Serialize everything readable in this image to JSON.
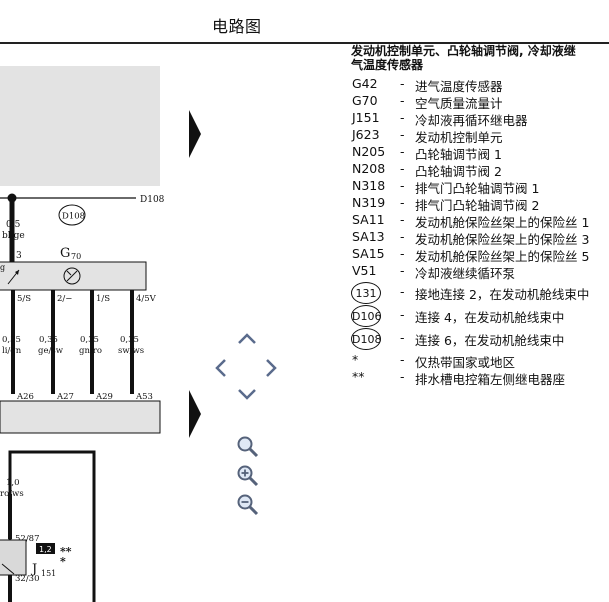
{
  "title": "电路图",
  "diagram": {
    "d108_top": "D108",
    "wire_size_top": "0,5",
    "wire_color_top": "bl/ge",
    "d108_circle": "D108",
    "pin3": "3",
    "g70_letter": "G",
    "g70_sub": "70",
    "pins": [
      "5/S",
      "2/−",
      "1/S",
      "4/5V"
    ],
    "wires": [
      {
        "size": "0,35",
        "color": "li/gn"
      },
      {
        "size": "0,35",
        "color": "ge/sw"
      },
      {
        "size": "0,35",
        "color": "gn/ro"
      },
      {
        "size": "0,35",
        "color": "sw/ws"
      }
    ],
    "connectors": [
      "A26",
      "A27",
      "A29",
      "A53"
    ],
    "lower_size": "1,0",
    "lower_color": "ro/ws",
    "j151_pin_top": "52/87",
    "j151_fuse": "1,2",
    "j151_stars": "**",
    "j151_star": "*",
    "j151_letter": "J",
    "j151_sub": "151",
    "j151_pin_bottom": "32/30"
  },
  "legend": {
    "heading_line1": "发动机控制单元、凸轮轴调节阀, 冷却液继",
    "heading_line2": "气温度传感器",
    "items": [
      {
        "code": "G42",
        "dash": "-",
        "desc": "进气温度传感器"
      },
      {
        "code": "G70",
        "dash": "-",
        "desc": "空气质量流量计"
      },
      {
        "code": "J151",
        "dash": "-",
        "desc": "冷却液再循环继电器"
      },
      {
        "code": "J623",
        "dash": "-",
        "desc": "发动机控制单元"
      },
      {
        "code": "N205",
        "dash": "-",
        "desc": "凸轮轴调节阀 1"
      },
      {
        "code": "N208",
        "dash": "-",
        "desc": "凸轮轴调节阀 2"
      },
      {
        "code": "N318",
        "dash": "-",
        "desc": "排气门凸轮轴调节阀 1"
      },
      {
        "code": "N319",
        "dash": "-",
        "desc": "排气门凸轮轴调节阀 2"
      },
      {
        "code": "SA11",
        "dash": "-",
        "desc": "发动机舱保险丝架上的保险丝 1"
      },
      {
        "code": "SA13",
        "dash": "-",
        "desc": "发动机舱保险丝架上的保险丝 3"
      },
      {
        "code": "SA15",
        "dash": "-",
        "desc": "发动机舱保险丝架上的保险丝 5"
      },
      {
        "code": "V51",
        "dash": "-",
        "desc": "冷却液继续循环泵"
      }
    ],
    "circle_items": [
      {
        "code": "131",
        "dash": "-",
        "desc": "接地连接 2，在发动机舱线束中"
      },
      {
        "code": "D106",
        "dash": "-",
        "desc": "连接 4，在发动机舱线束中"
      },
      {
        "code": "D108",
        "dash": "-",
        "desc": "连接 6，在发动机舱线束中"
      }
    ],
    "notes": [
      {
        "code": "*",
        "dash": "-",
        "desc": "仅热带国家或地区"
      },
      {
        "code": "**",
        "dash": "-",
        "desc": "排水槽电控箱左侧继电器座"
      }
    ]
  },
  "icons": {
    "next_page": "triangle-right-icon",
    "pan": [
      "arrow-up-icon",
      "arrow-left-icon",
      "arrow-right-icon",
      "arrow-down-icon"
    ],
    "zoom": [
      "zoom-fit-icon",
      "zoom-in-icon",
      "zoom-out-icon"
    ]
  }
}
